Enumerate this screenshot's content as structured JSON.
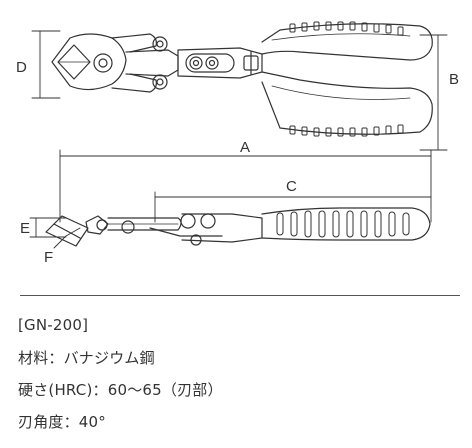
{
  "drawing": {
    "top_view": {
      "dim_left": "D",
      "dim_right": "B"
    },
    "side_view": {
      "dim_overall": "A",
      "dim_handle": "C",
      "dim_height": "E",
      "dim_angle": "F"
    }
  },
  "specs": {
    "model": "[GN-200]",
    "material": "材料：バナジウム鋼",
    "hardness": "硬さ(HRC)：60〜65（刃部）",
    "edge_angle": "刃角度：40°"
  }
}
